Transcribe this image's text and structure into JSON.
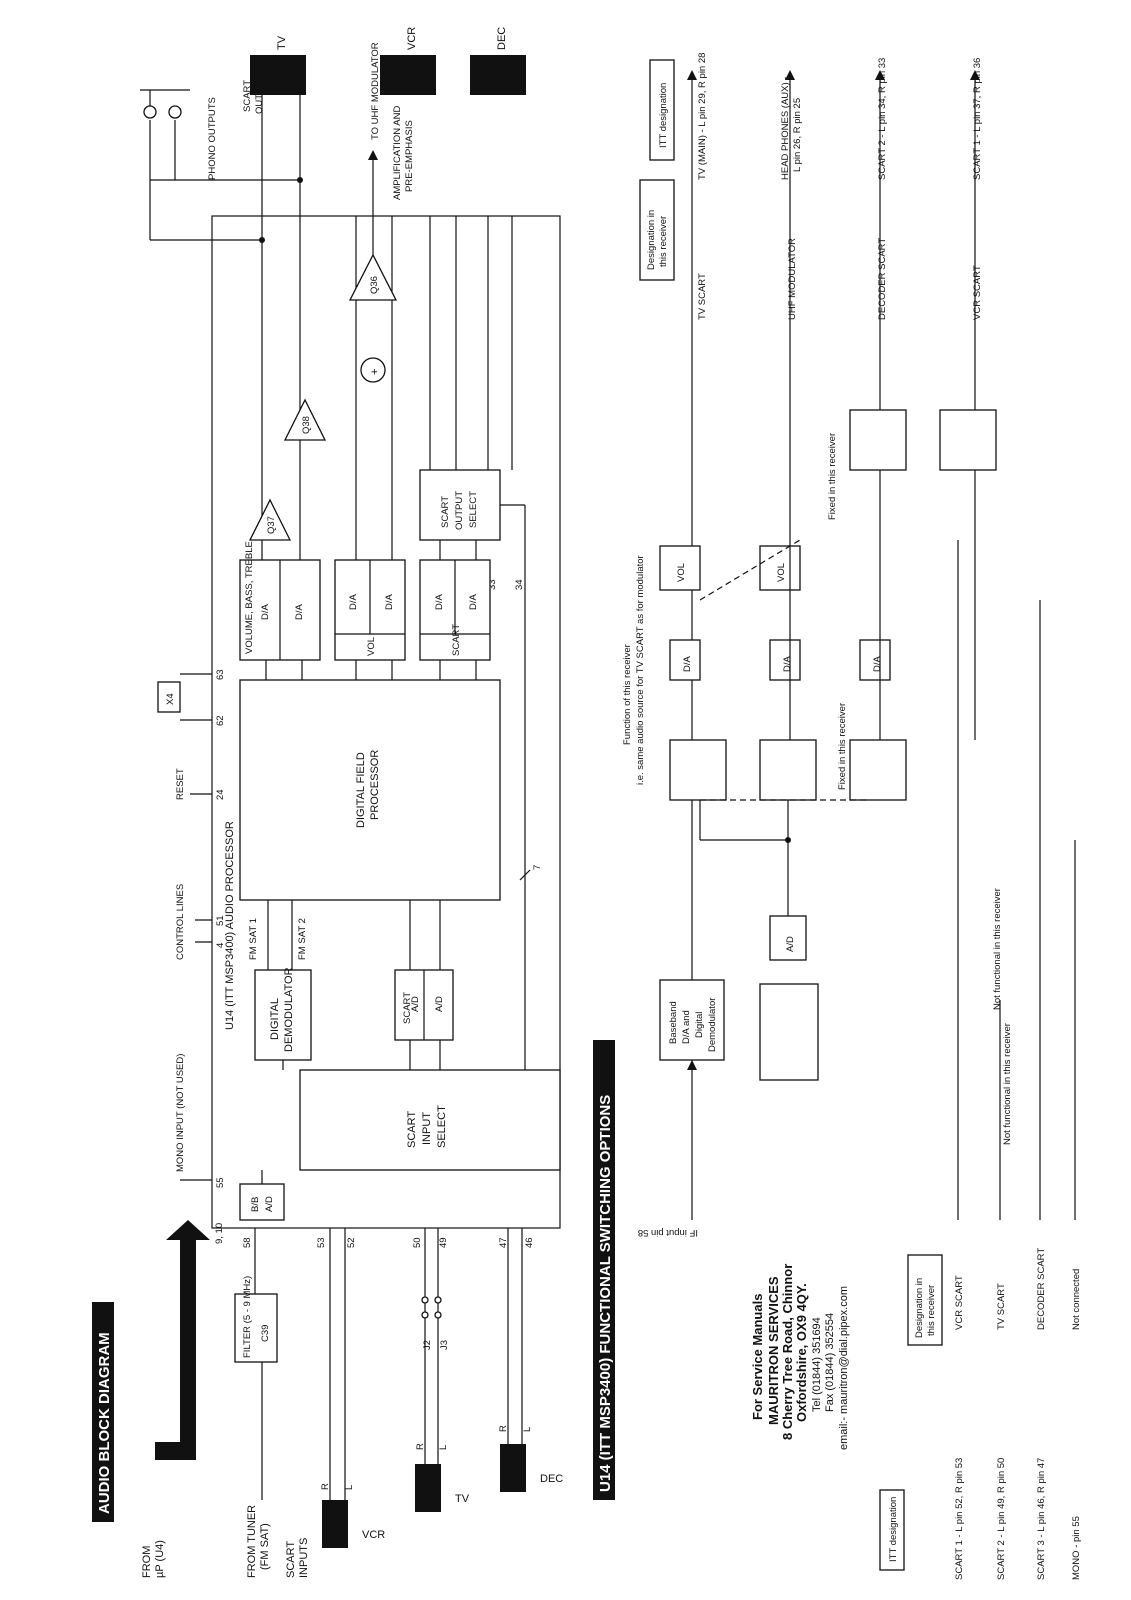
{
  "header": {
    "audio_title": "AUDIO BLOCK DIAGRAM",
    "switch_title": "U14 (ITT MSP3400) FUNCTIONAL SWITCHING OPTIONS"
  },
  "left": {
    "from_up": "FROM",
    "from_up2": "µP (U4)",
    "from_tuner": "FROM TUNER",
    "from_tuner2": "(FM SAT)",
    "scart_inputs": "SCART",
    "scart_inputs2": "INPUTS",
    "filter": "FILTER (5 - 9 MHz)",
    "filter_ref": "C39",
    "in_vcr": "VCR",
    "in_tv": "TV",
    "in_dec": "DEC",
    "j2": "J2",
    "j3": "J3"
  },
  "processor": {
    "title": "U14 (ITT MSP3400) AUDIO PROCESSOR",
    "mono": "MONO INPUT (NOT USED)",
    "control": "CONTROL LINES",
    "reset": "RESET",
    "bb_ad": "B/B",
    "bb_ad2": "A/D",
    "scart_input_select": "SCART",
    "scart_input_select2": "INPUT",
    "scart_input_select3": "SELECT",
    "digital_demod": "DIGITAL",
    "digital_demod2": "DEMODULATOR",
    "scart_ad": "SCART",
    "ad": "A/D",
    "fm_sat1": "FM SAT 1",
    "fm_sat2": "FM SAT 2",
    "dfp": "DIGITAL FIELD",
    "dfp2": "PROCESSOR",
    "vbt": "VOLUME, BASS, TREBLE",
    "da": "D/A",
    "vol": "VOL",
    "scart": "SCART",
    "sos": "SCART",
    "sos2": "OUTPUT",
    "sos3": "SELECT",
    "x4": "X4",
    "seven": "7",
    "r": "R",
    "l": "L"
  },
  "pins": [
    "9, 10",
    "58",
    "53",
    "52",
    "50",
    "49",
    "47",
    "46",
    "55",
    "4",
    "51",
    "24",
    "62",
    "63",
    "28",
    "29",
    "25",
    "26",
    "36",
    "37",
    "33",
    "34"
  ],
  "right": {
    "q37": "Q37",
    "q38": "Q38",
    "q36": "Q36",
    "plus": "+",
    "amp": "AMPLIFICATION AND",
    "amp2": "PRE-EMPHASIS",
    "uhf": "TO UHF MODULATOR",
    "phono": "PHONO OUTPUTS",
    "scart_outputs": "SCART",
    "scart_outputs2": "OUTPUTS",
    "out_tv": "TV",
    "out_vcr": "VCR",
    "out_dec": "DEC"
  },
  "switching": {
    "baseband": [
      "Baseband",
      "D/A and",
      "Digital",
      "Demodulator"
    ],
    "ad": "A/D",
    "da": "D/A",
    "vol": "VOL",
    "function_note": "Function of this receiver",
    "function_note2": "i.e. same audio source for TV SCART as for modulator",
    "fixed1": "Fixed in this receiver",
    "fixed2": "Fixed in this receiver",
    "not_functional1": "Not functional in this receiver",
    "not_functional2": "Not functional in this receiver",
    "if_input": "IF input pin 58",
    "designation_hdr": "Designation in",
    "designation_hdr2": "this receiver",
    "itt_hdr": "ITT designation",
    "outputs": [
      {
        "dest": "TV SCART",
        "itt": "TV (MAIN) - L pin 29, R pin 28"
      },
      {
        "dest": "UHF MODULATOR",
        "itt": "HEAD PHONES (AUX) -",
        "itt2": "L pin 26, R pin 25"
      },
      {
        "dest": "DECODER SCART",
        "itt": "SCART 2 - L pin 34, R pin 33"
      },
      {
        "dest": "VCR SCART",
        "itt": "SCART 1 - L pin 37, R pin 36"
      }
    ],
    "inputs": [
      {
        "itt": "SCART 1 - L pin 52, R pin 53",
        "dest": "VCR SCART"
      },
      {
        "itt": "SCART 2 - L pin 49, R pin 50",
        "dest": "TV SCART"
      },
      {
        "itt": "SCART 3 - L pin 46, R pin 47",
        "dest": "DECODER SCART"
      },
      {
        "itt": "MONO - pin 55",
        "dest": "Not connected"
      }
    ]
  },
  "service": {
    "l1": "For Service Manuals",
    "l2": "MAURITRON SERVICES",
    "l3": "8 Cherry Tree Road, Chinnor",
    "l4": "Oxfordshire, OX9 4QY.",
    "l5": "Tel (01844) 351694",
    "l6": "Fax (01844) 352554",
    "l7": "email:- mauritron@dial.pipex.com"
  }
}
